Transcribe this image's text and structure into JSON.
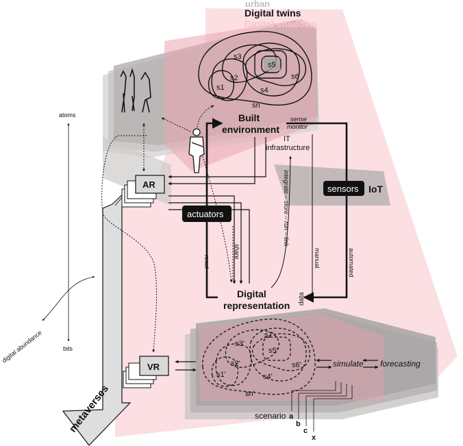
{
  "header": {
    "urban": "urban",
    "digital_twins": "Digital twins",
    "digital_shadows": "Digital shadows"
  },
  "axis": {
    "top": "atoms",
    "bottom": "bits",
    "diagonal": "digital abundance"
  },
  "built": {
    "line1": "Built",
    "line2": "environment",
    "sense": "sense",
    "monitor": "monitor",
    "it1": "IT",
    "it2": "infrastructure"
  },
  "digital": {
    "line1": "Digital",
    "line2": "representation",
    "data": "data"
  },
  "flows": {
    "react": "react",
    "share": "share",
    "pipeline": "integrate – store – run – link",
    "manual": "manual",
    "automated": "automated"
  },
  "boxes": {
    "sensors": "sensors",
    "iot": "IoT",
    "actuators": "actuators",
    "ar": "AR",
    "vr": "VR"
  },
  "physical_sets": [
    "s1",
    "s2",
    "s3",
    "s4",
    "s5",
    "s6",
    "sn"
  ],
  "digital_sets": [
    "s1'",
    "s2'",
    "s3'",
    "s4'",
    "s5'",
    "s6'",
    "s7'",
    "sn'"
  ],
  "sim": {
    "simulate": "simulate",
    "forecasting": "forecasting"
  },
  "scenario": {
    "label": "scenario",
    "items": [
      "a",
      "b",
      "c",
      "x"
    ]
  },
  "metaverses": "metaverses",
  "colors": {
    "pink": "#f7b3bd",
    "pink_strong": "#e89aa6",
    "gray": "#b8b4b4",
    "gray_dark": "#8e8a8a",
    "black": "#111111"
  }
}
